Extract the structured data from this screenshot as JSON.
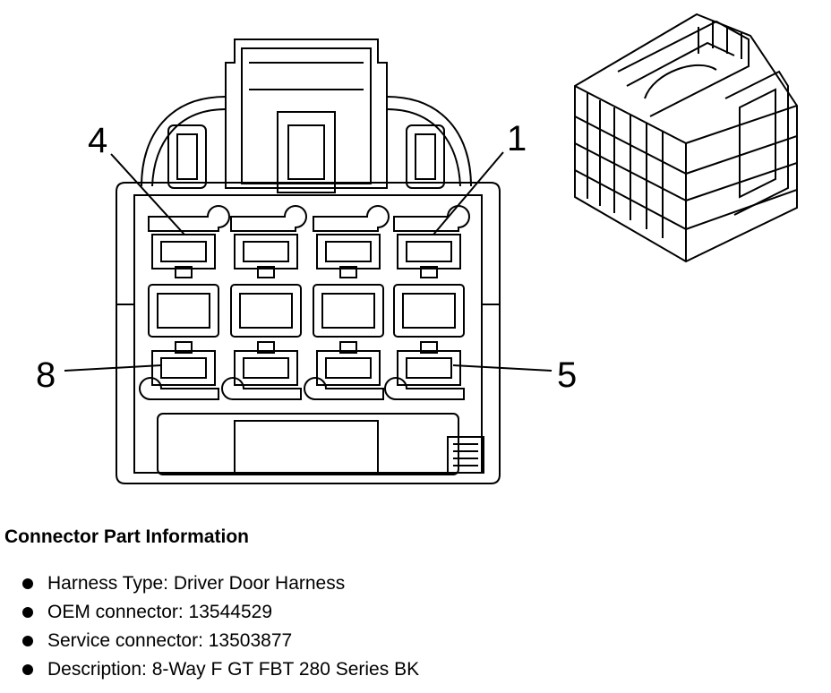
{
  "diagram": {
    "pin_labels": {
      "pin4": "4",
      "pin1": "1",
      "pin8": "8",
      "pin5": "5"
    },
    "pins_per_row": 4,
    "rows": 2
  },
  "info": {
    "title": "Connector Part Information",
    "items": [
      "Harness Type: Driver Door Harness",
      "OEM connector: 13544529",
      "Service connector: 13503877",
      "Description: 8-Way F GT FBT 280 Series BK"
    ]
  }
}
